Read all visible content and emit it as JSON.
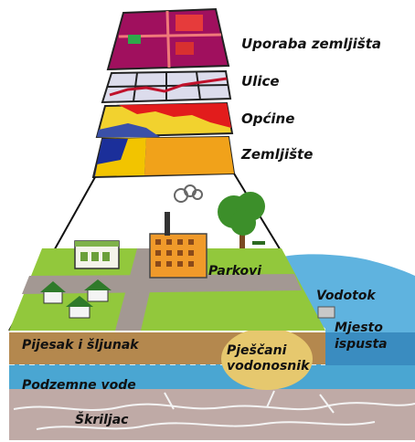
{
  "gis_layers": [
    {
      "id": "land-use",
      "label": "Uporaba zemljišta"
    },
    {
      "id": "streets",
      "label": "Ulice"
    },
    {
      "id": "municipalities",
      "label": "Općine"
    },
    {
      "id": "terrain",
      "label": "Zemljište"
    }
  ],
  "scene_labels": {
    "parks": "Parkovi",
    "stream": "Vodotok",
    "discharge_point": "Mjesto ispusta",
    "sand_gravel": "Pijesak i šljunak",
    "sandy_aquifer": "Pješčani vodonosnik",
    "groundwater": "Podzemne vode",
    "shale": "Škriljac"
  }
}
